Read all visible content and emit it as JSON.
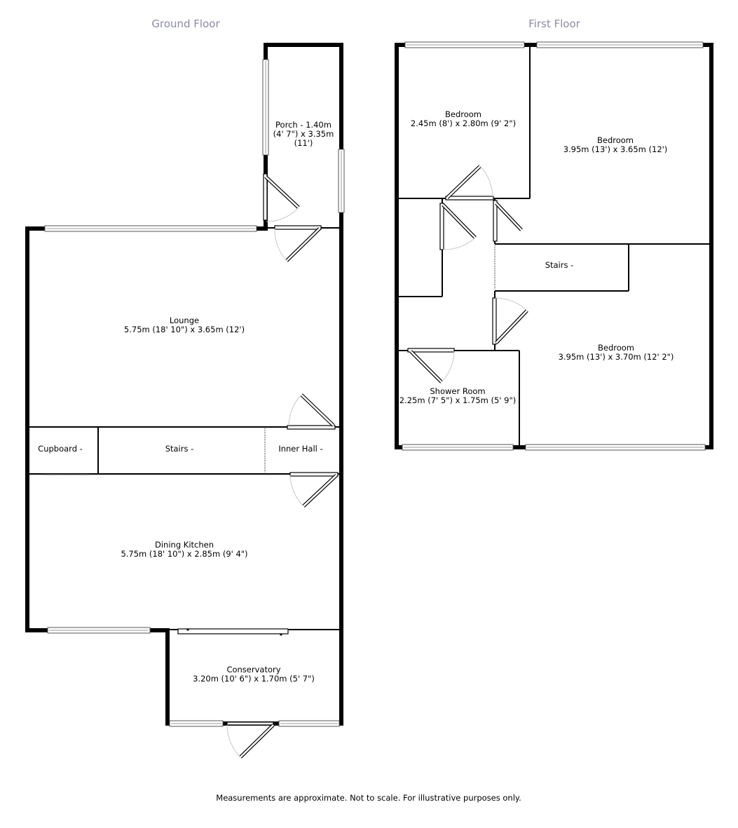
{
  "floors": {
    "ground": {
      "title": "Ground Floor"
    },
    "first": {
      "title": "First Floor"
    }
  },
  "rooms": {
    "porch": {
      "name": "Porch - 1.40m",
      "line2": "(4' 7\") x 3.35m",
      "line3": "(11')"
    },
    "lounge": {
      "name": "Lounge",
      "size": "5.75m (18' 10\") x 3.65m (12')"
    },
    "cupboard": {
      "name": "Cupboard -"
    },
    "stairs_ground": {
      "name": "Stairs -"
    },
    "inner_hall": {
      "name": "Inner Hall -"
    },
    "dining_kitchen": {
      "name": "Dining Kitchen",
      "size": "5.75m (18' 10\") x 2.85m (9' 4\")"
    },
    "conservatory": {
      "name": "Conservatory",
      "size": "3.20m (10' 6\") x 1.70m (5' 7\")"
    },
    "bedroom_small": {
      "name": "Bedroom",
      "size": "2.45m (8') x 2.80m (9' 2\")"
    },
    "bedroom_front": {
      "name": "Bedroom",
      "size": "3.95m (13') x 3.65m (12')"
    },
    "stairs_first": {
      "name": "Stairs -"
    },
    "bedroom_rear": {
      "name": "Bedroom",
      "size": "3.95m (13') x 3.70m (12' 2\")"
    },
    "shower_room": {
      "name": "Shower Room",
      "size": "2.25m (7' 5\") x 1.75m (5' 9\")"
    }
  },
  "footer": {
    "disclaimer": "Measurements are approximate. Not to scale. For illustrative purposes only."
  }
}
